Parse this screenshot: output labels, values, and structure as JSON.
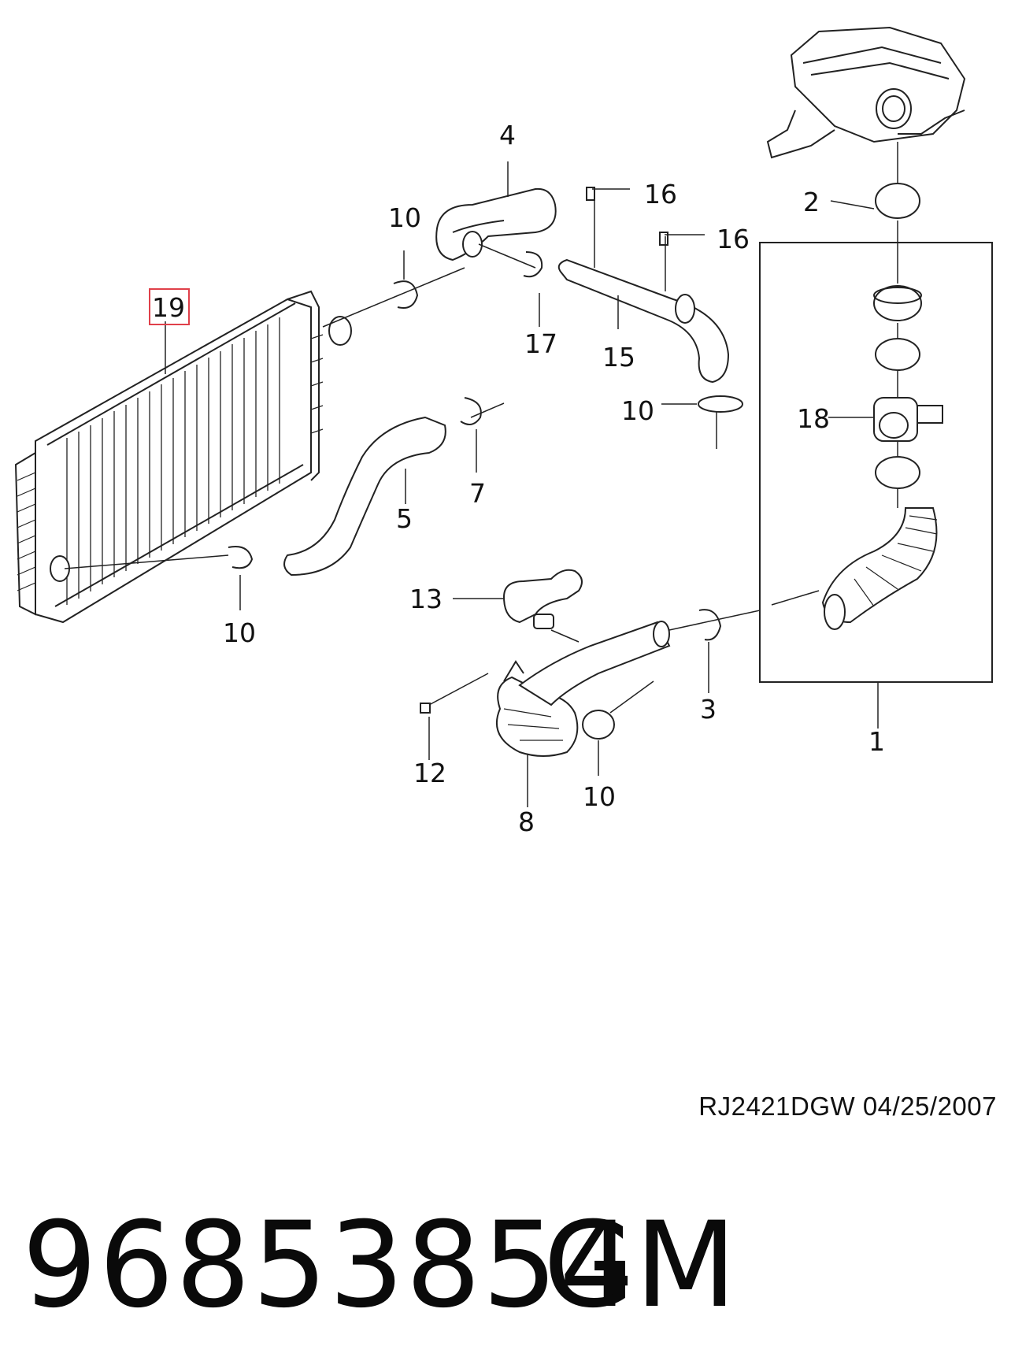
{
  "callouts": {
    "c1": "1",
    "c2": "2",
    "c3": "3",
    "c4": "4",
    "c5": "5",
    "c7": "7",
    "c8": "8",
    "c10a": "10",
    "c10b": "10",
    "c10c": "10",
    "c10d": "10",
    "c12": "12",
    "c13": "13",
    "c15": "15",
    "c16a": "16",
    "c16b": "16",
    "c17": "17",
    "c18": "18",
    "c19": "19"
  },
  "highlight_color": "#e0404a",
  "footer": {
    "drawing_code": "RJ2421DGW  04/25/2007",
    "part_number": "96853854",
    "brand": "GM"
  },
  "icons": [
    "intercooler-icon",
    "air-filter-housing-icon",
    "hose-icon",
    "clamp-icon",
    "bolt-icon",
    "mass-airflow-sensor-icon"
  ]
}
